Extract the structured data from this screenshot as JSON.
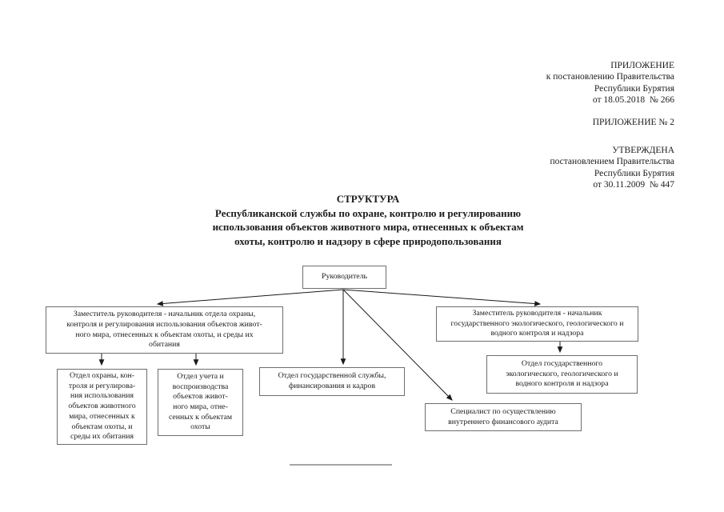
{
  "document": {
    "appendix_reference": "ПРИЛОЖЕНИЕ\nк постановлению Правительства\nРеспублики Бурятия\nот 18.05.2018  № 266",
    "appendix_number": "ПРИЛОЖЕНИЕ № 2",
    "approval_block": "УТВЕРЖДЕНА\nпостановлением Правительства\nРеспублики Бурятия\nот 30.11.2009  № 447",
    "title": "СТРУКТУРА\nРеспубликанской службы по охране, контролю и регулированию\nиспользования объектов животного мира, отнесенных к объектам\nохоты, контролю и надзору в сфере природопользования"
  },
  "org_chart": {
    "head": "Руководитель",
    "deputy_left": "Заместитель руководителя - начальник отдела охраны,\nконтроля и регулирования использования объектов живот-\nного мира, отнесенных к объектам охоты, и среды их\nобитания",
    "deputy_right": "Заместитель руководителя - начальник\nгосударственного экологического, геологического и\nводного контроля и надзора",
    "dept_protection": "Отдел охраны, кон-\nтроля и регулирова-\nния использования\nобъектов животного\nмира, отнесенных к\nобъектам охоты, и\nсреды их обитания",
    "dept_accounting": "Отдел учета и\nвоспроизводства\nобъектов живот-\nного мира, отне-\nсенных к объектам\nохоты",
    "dept_civil_service": "Отдел государственной службы,\nфинансирования и кадров",
    "dept_ecology": "Отдел государственного\nэкологического, геологического и\nводного контроля и надзора",
    "specialist_audit": "Специалист по осуществлению\nвнутреннего финансового аудита"
  },
  "colors": {
    "page_background": "#ffffff",
    "text": "#1c1c1c",
    "box_border": "#6e6e6e",
    "connector": "#1a1a1a",
    "footer_line": "#a6a6a6"
  }
}
